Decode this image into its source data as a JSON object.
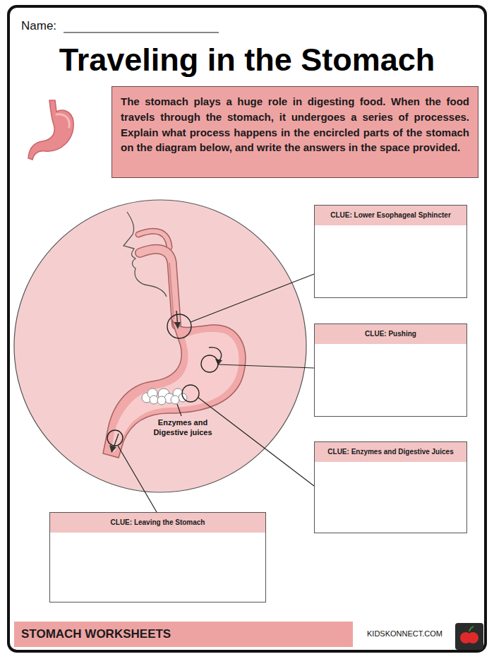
{
  "diagram": {
    "title": "Traveling in the Stomach",
    "nodes": [
      {
        "text": [
          "The stomach plays a huge role in digesting food. When the food travels through the stomach, it undergoes a series of processes. Explain what process happens in the encircled parts of the stomach on the diagram below, and write the answers in the space provided."
        ]
      },
      {
        "text": [
          "CLUE: Lower Esophageal Sphincter"
        ]
      },
      {
        "text": [
          "CLUE: Pushing"
        ]
      },
      {
        "text": [
          "CLUE: Enzymes and Digestive Juices"
        ]
      },
      {
        "text": [
          "CLUE: Leaving the Stomach"
        ]
      },
      {
        "text": [
          "STOMACH WORKSHEETS"
        ]
      }
    ],
    "labels": [
      "Name:",
      "Enzymes and Digestive juices",
      "KIDSKONNECT.COM"
    ]
  }
}
